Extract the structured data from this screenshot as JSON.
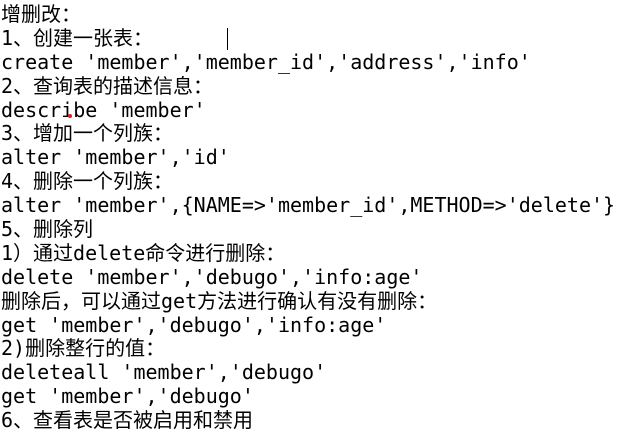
{
  "document": {
    "lines": [
      "增删改：",
      "1、创建一张表：",
      "create 'member','member_id','address','info'",
      "2、查询表的描述信息：",
      "describe 'member'",
      "3、增加一个列族：",
      "alter 'member','id'",
      "4、删除一个列族：",
      "alter 'member',{NAME=>'member_id',METHOD=>'delete'}",
      "5、删除列",
      "1）通过delete命令进行删除：",
      "delete 'member','debugo','info:age'",
      "删除后，可以通过get方法进行确认有没有删除：",
      "get 'member','debugo','info:age'",
      "2)删除整行的值：",
      "deleteall 'member','debugo'",
      "get 'member','debugo'",
      "6、查看表是否被启用和禁用"
    ]
  }
}
